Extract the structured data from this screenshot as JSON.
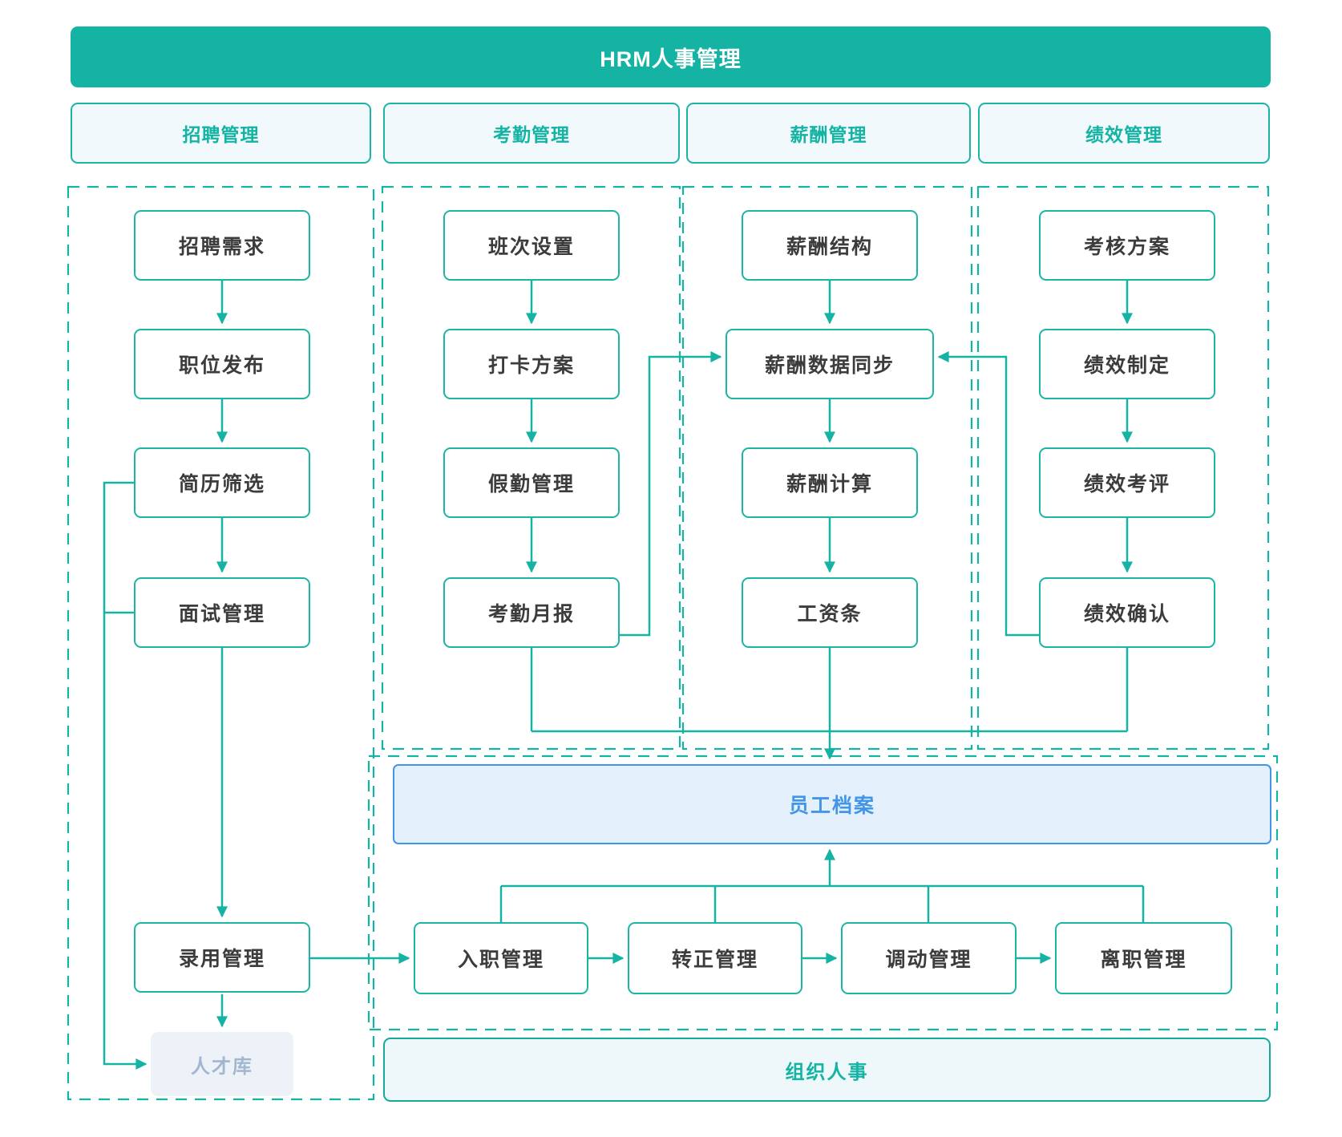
{
  "title": "HRM人事管理",
  "colors": {
    "accent_teal": "#14b3a3",
    "node_border": "#1cb5a3",
    "panel_bg": "#f1f9fd",
    "node_text": "#3c3c3c",
    "archive_border": "#4295e8",
    "archive_bg": "#e4f1fc",
    "talent_bg": "#edf2f9",
    "talent_text": "#a3b6cf",
    "org_bg": "#eef7fa"
  },
  "columns": [
    {
      "header": "招聘管理",
      "nodes": [
        {
          "label": "招聘需求"
        },
        {
          "label": "职位发布"
        },
        {
          "label": "简历筛选"
        },
        {
          "label": "面试管理"
        },
        {
          "label": "录用管理"
        }
      ]
    },
    {
      "header": "考勤管理",
      "nodes": [
        {
          "label": "班次设置"
        },
        {
          "label": "打卡方案"
        },
        {
          "label": "假勤管理"
        },
        {
          "label": "考勤月报"
        }
      ]
    },
    {
      "header": "薪酬管理",
      "nodes": [
        {
          "label": "薪酬结构"
        },
        {
          "label": "薪酬数据同步"
        },
        {
          "label": "薪酬计算"
        },
        {
          "label": "工资条"
        }
      ]
    },
    {
      "header": "绩效管理",
      "nodes": [
        {
          "label": "考核方案"
        },
        {
          "label": "绩效制定"
        },
        {
          "label": "绩效考评"
        },
        {
          "label": "绩效确认"
        }
      ]
    }
  ],
  "talent_pool": {
    "label": "人才库"
  },
  "employee_archive": {
    "label": "员工档案"
  },
  "lifecycle": [
    {
      "label": "入职管理"
    },
    {
      "label": "转正管理"
    },
    {
      "label": "调动管理"
    },
    {
      "label": "离职管理"
    }
  ],
  "org_bar": {
    "label": "组织人事"
  }
}
